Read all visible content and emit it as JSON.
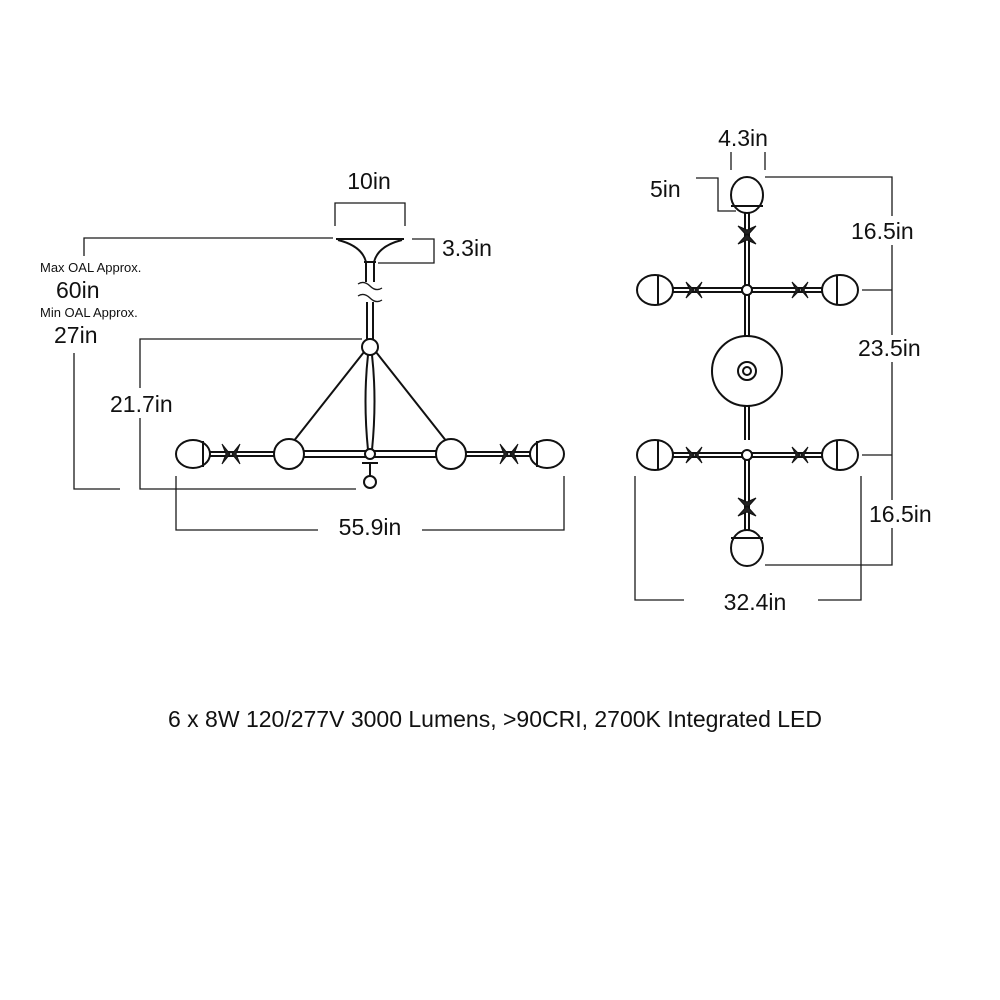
{
  "side_view": {
    "canopy_width": "10in",
    "canopy_height": "3.3in",
    "max_oal_label": "Max OAL Approx.",
    "max_oal_value": "60in",
    "min_oal_label": "Min OAL Approx.",
    "min_oal_value": "27in",
    "body_height": "21.7in",
    "overall_width": "55.9in"
  },
  "top_view": {
    "shade_width": "4.3in",
    "shade_depth": "5in",
    "top_spacing": "16.5in",
    "middle_spacing": "23.5in",
    "bottom_spacing": "16.5in",
    "overall_width": "32.4in"
  },
  "specs": {
    "text": "6 x 8W 120/277V 3000 Lumens, >90CRI, 2700K Integrated LED"
  },
  "colors": {
    "line": "#111111",
    "background": "#ffffff"
  }
}
